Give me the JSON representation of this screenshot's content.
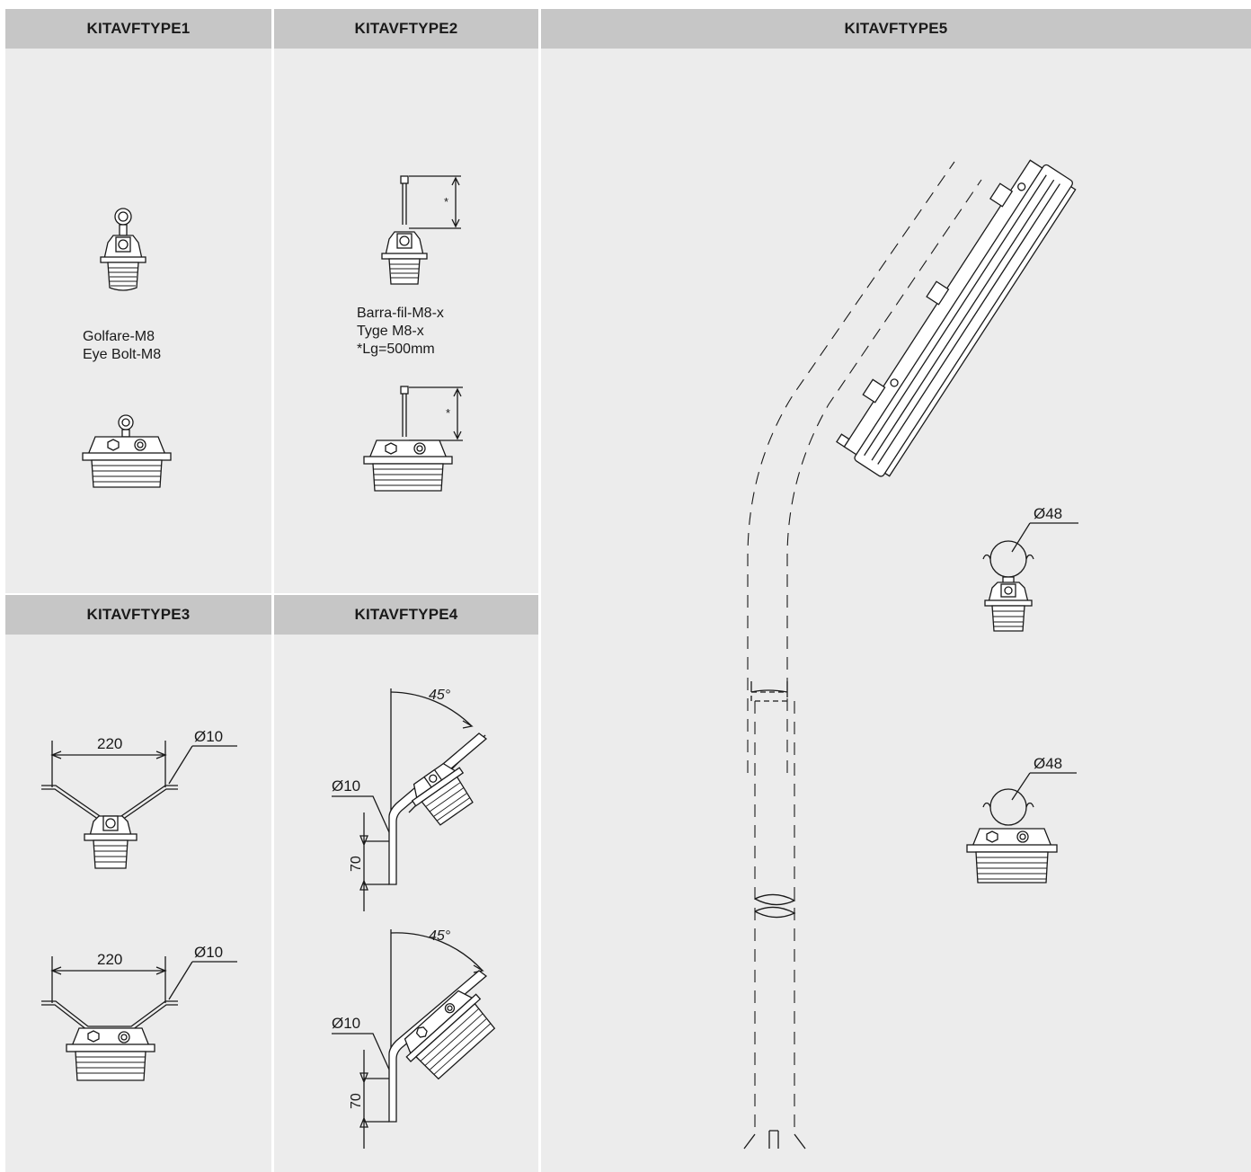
{
  "panels": {
    "type1": {
      "title": "KITAVFTYPE1",
      "label_line1": "Golfare-M8",
      "label_line2": "Eye Bolt-M8"
    },
    "type2": {
      "title": "KITAVFTYPE2",
      "label_line1": "Barra-fil-M8-x",
      "label_line2": "Tyge M8-x",
      "label_line3": "*Lg=500mm",
      "dim_mark": "*"
    },
    "type3": {
      "title": "KITAVFTYPE3",
      "width_dim": "220",
      "rod_dia": "Ø10"
    },
    "type4": {
      "title": "KITAVFTYPE4",
      "angle": "45°",
      "rod_dia": "Ø10",
      "length_dim": "70"
    },
    "type5": {
      "title": "KITAVFTYPE5",
      "pipe_dia": "Ø48"
    }
  }
}
